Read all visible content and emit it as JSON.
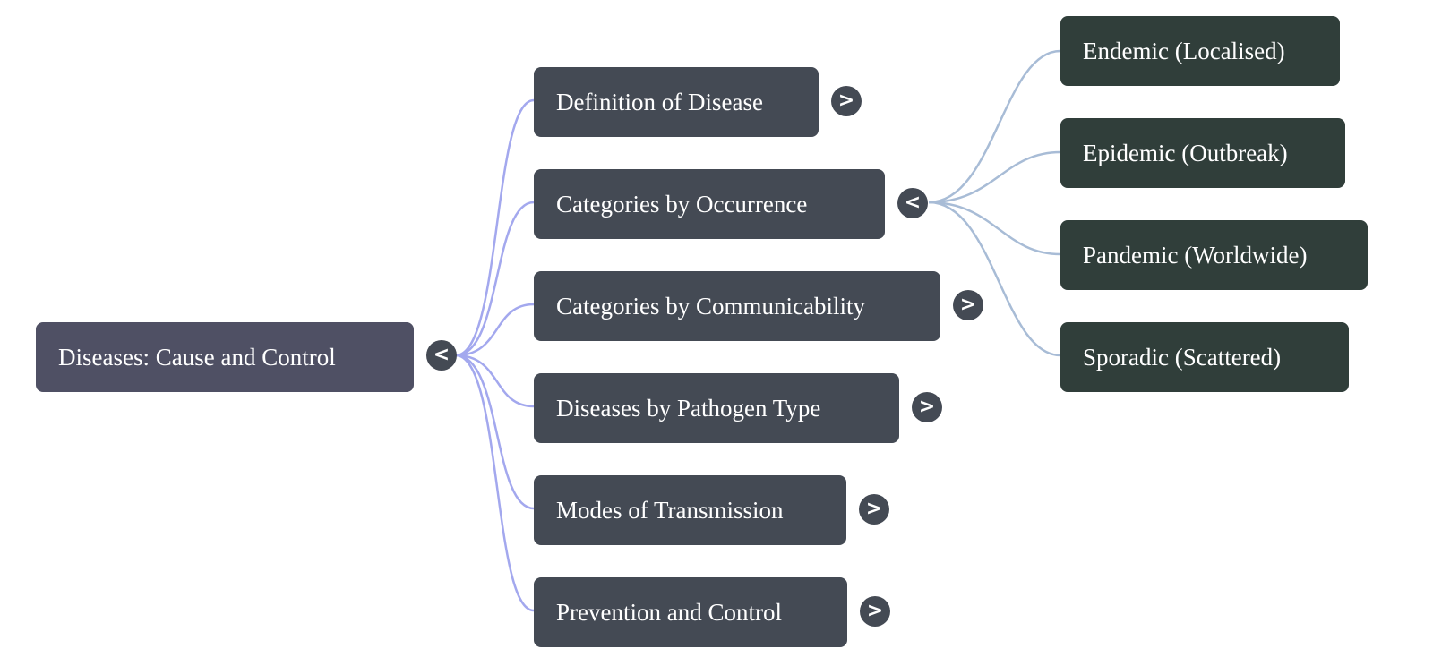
{
  "mindmap": {
    "root": {
      "label": "Diseases: Cause and Control",
      "toggle": "<"
    },
    "branches": [
      {
        "label": "Definition of Disease",
        "toggle": ">"
      },
      {
        "label": "Categories by Occurrence",
        "toggle": "<"
      },
      {
        "label": "Categories by Communicability",
        "toggle": ">"
      },
      {
        "label": "Diseases by Pathogen Type",
        "toggle": ">"
      },
      {
        "label": "Modes of Transmission",
        "toggle": ">"
      },
      {
        "label": "Prevention and Control",
        "toggle": ">"
      }
    ],
    "occurrence_children": [
      {
        "label": "Endemic (Localised)"
      },
      {
        "label": "Epidemic (Outbreak)"
      },
      {
        "label": "Pandemic (Worldwide)"
      },
      {
        "label": "Sporadic (Scattered)"
      }
    ]
  },
  "colors": {
    "root_node": "#4f5064",
    "branch_node": "#444a54",
    "leaf_node": "#303e3a",
    "root_links": "#a3a8ee",
    "leaf_links": "#a8bcd6"
  }
}
